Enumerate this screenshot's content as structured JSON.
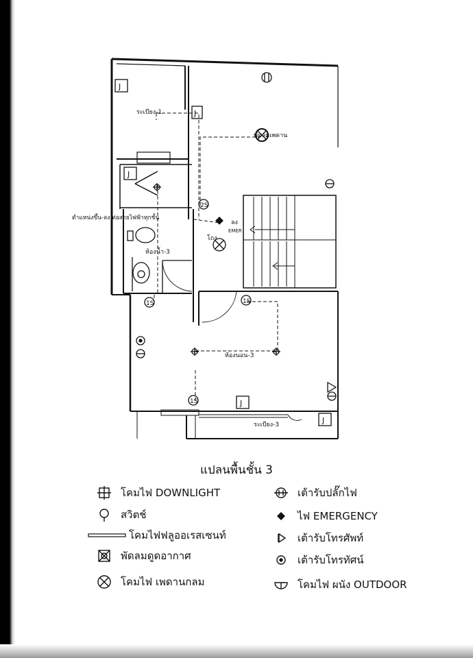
{
  "plan": {
    "rooms": {
      "balcony_top": "ระเบียง-1",
      "bathroom": "ห้องน้ำ-3",
      "bedroom": "ห้องนอน-3",
      "balcony_bottom": "ระเบียง-3",
      "ceiling_fan_label": "พัดลมเพดาน"
    },
    "notes": {
      "wire_down": "ตำแหน่งขึ้น-ลง ท่อสายไฟฟ้าทุกชั้น",
      "down": "ลง",
      "emer": "EMER",
      "from": "โถง"
    },
    "switch_tags": [
      "1S",
      "1S",
      "1S",
      "2S"
    ],
    "junction_mark": "J"
  },
  "caption": "แปลนพื้นชั้น 3",
  "legend": {
    "left": [
      {
        "icon": "downlight-icon",
        "label": "โคมไฟ DOWNLIGHT"
      },
      {
        "icon": "switch-icon",
        "label": "สวิตช์"
      },
      {
        "icon": "fluorescent-icon",
        "label": "โคมไฟฟลูออเรสเซนท์"
      },
      {
        "icon": "exhaust-fan-icon",
        "label": "พัดลมดูดอากาศ"
      },
      {
        "icon": "ceiling-lamp-icon",
        "label": "โคมไฟ เพดานกลม"
      }
    ],
    "right": [
      {
        "icon": "outlet-icon",
        "label": "เต้ารับปลั๊กไฟ"
      },
      {
        "icon": "emergency-icon",
        "label": "ไฟ EMERGENCY"
      },
      {
        "icon": "phone-outlet-icon",
        "label": "เต้ารับโทรศัพท์"
      },
      {
        "icon": "tv-outlet-icon",
        "label": "เต้ารับโทรทัศน์"
      },
      {
        "icon": "wall-lamp-icon",
        "label": "โคมไฟ ผนัง OUTDOOR"
      }
    ]
  }
}
